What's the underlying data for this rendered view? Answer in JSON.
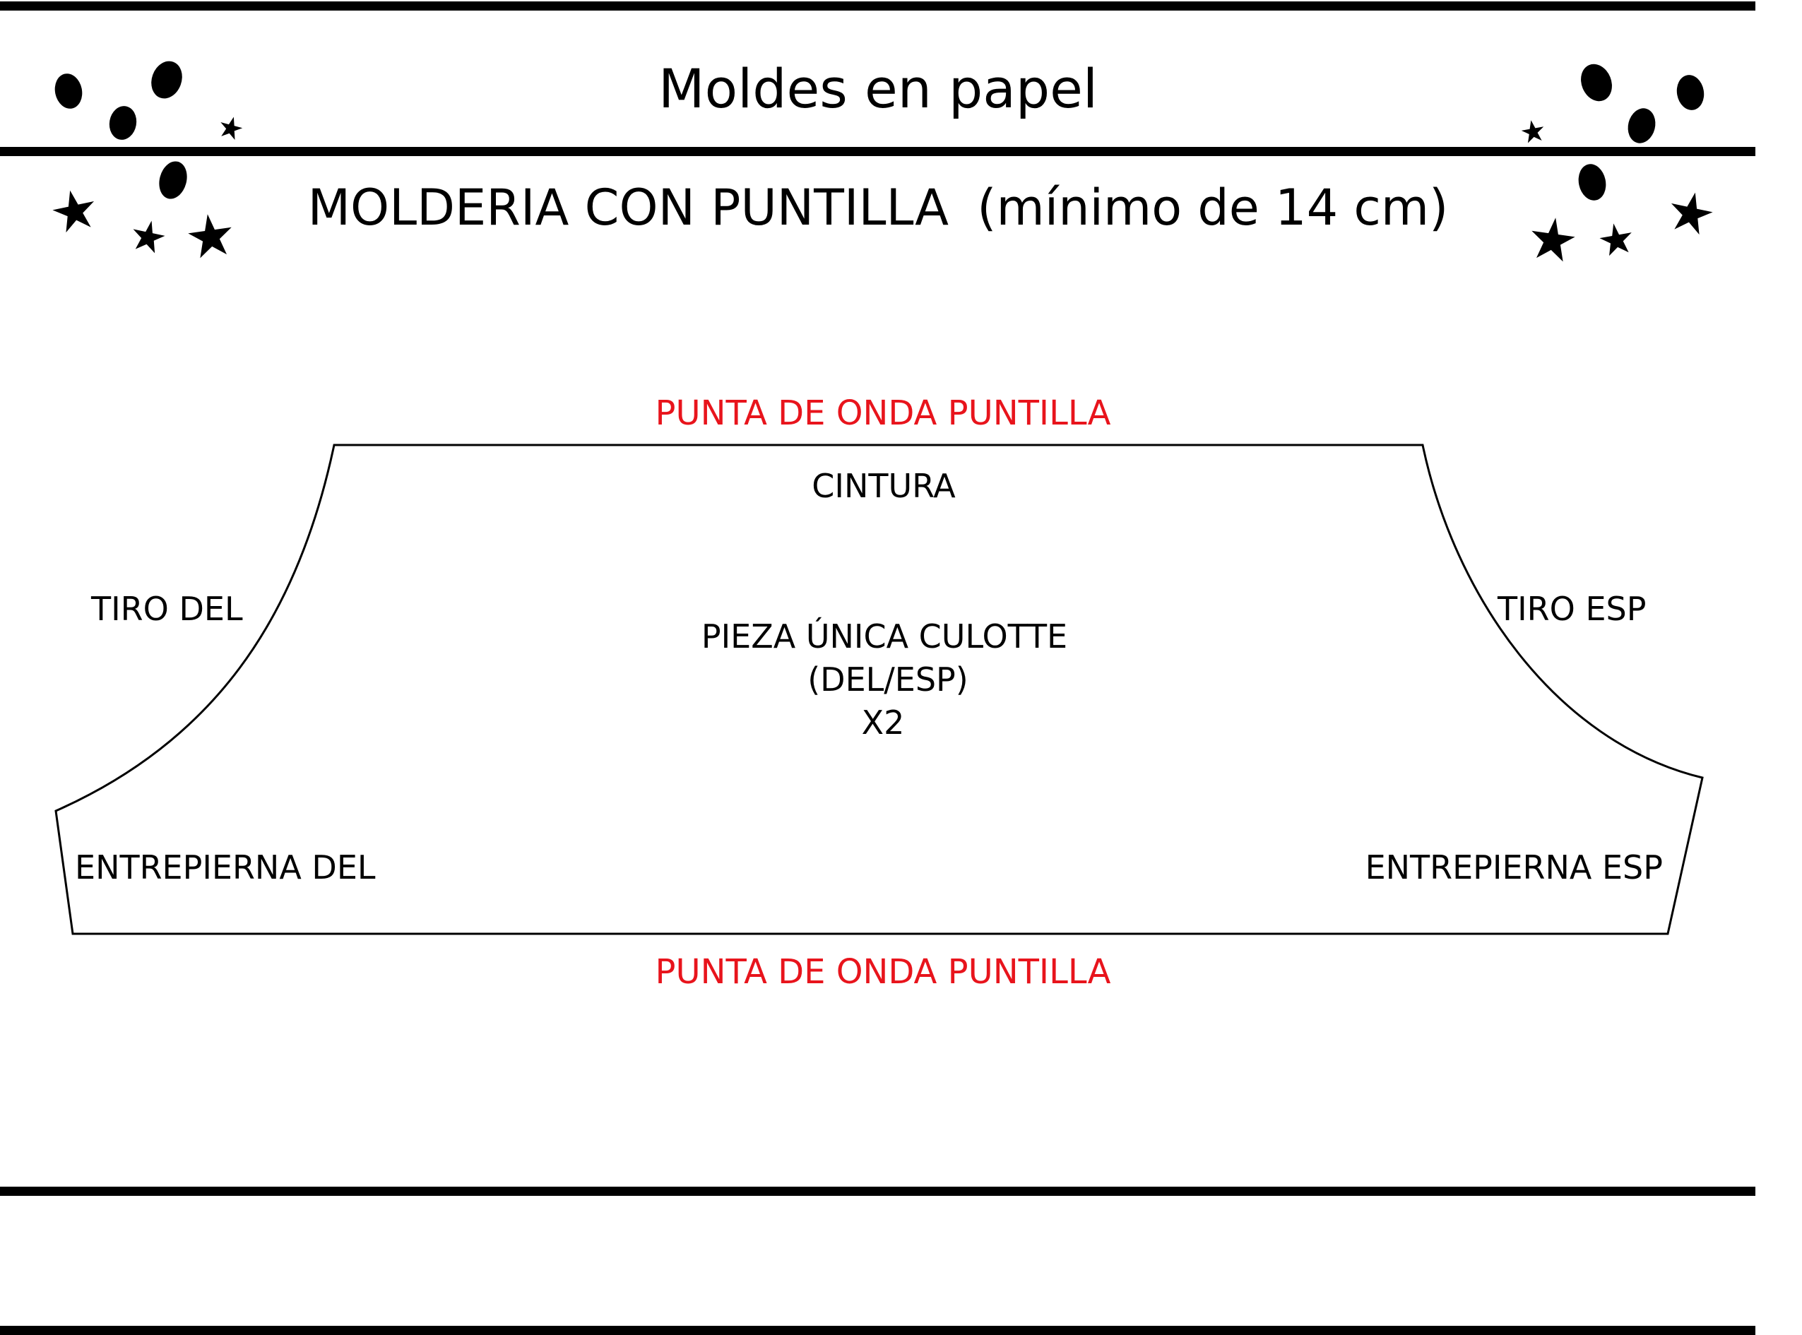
{
  "header": {
    "title": "Moldes en papel",
    "subtitle_main": "MOLDERIA CON PUNTILLA",
    "subtitle_note": "(mínimo de 14 cm)"
  },
  "pattern": {
    "top_edge_label": "PUNTA DE ONDA PUNTILLA",
    "bottom_edge_label": "PUNTA DE ONDA PUNTILLA",
    "waist_label": "CINTURA",
    "rise_front_label": "TIRO DEL",
    "rise_back_label": "TIRO ESP",
    "inseam_front_label": "ENTREPIERNA DEL",
    "inseam_back_label": "ENTREPIERNA ESP",
    "piece_lines": [
      "PIEZA ÚNICA CULOTTE",
      "(DEL/ESP)",
      "X2"
    ]
  },
  "colors": {
    "ink": "#000000",
    "accent_red": "#e8141c",
    "background": "#ffffff"
  },
  "icons": {
    "decor_left": "dots-and-stars-icon",
    "decor_right": "dots-and-stars-icon"
  }
}
